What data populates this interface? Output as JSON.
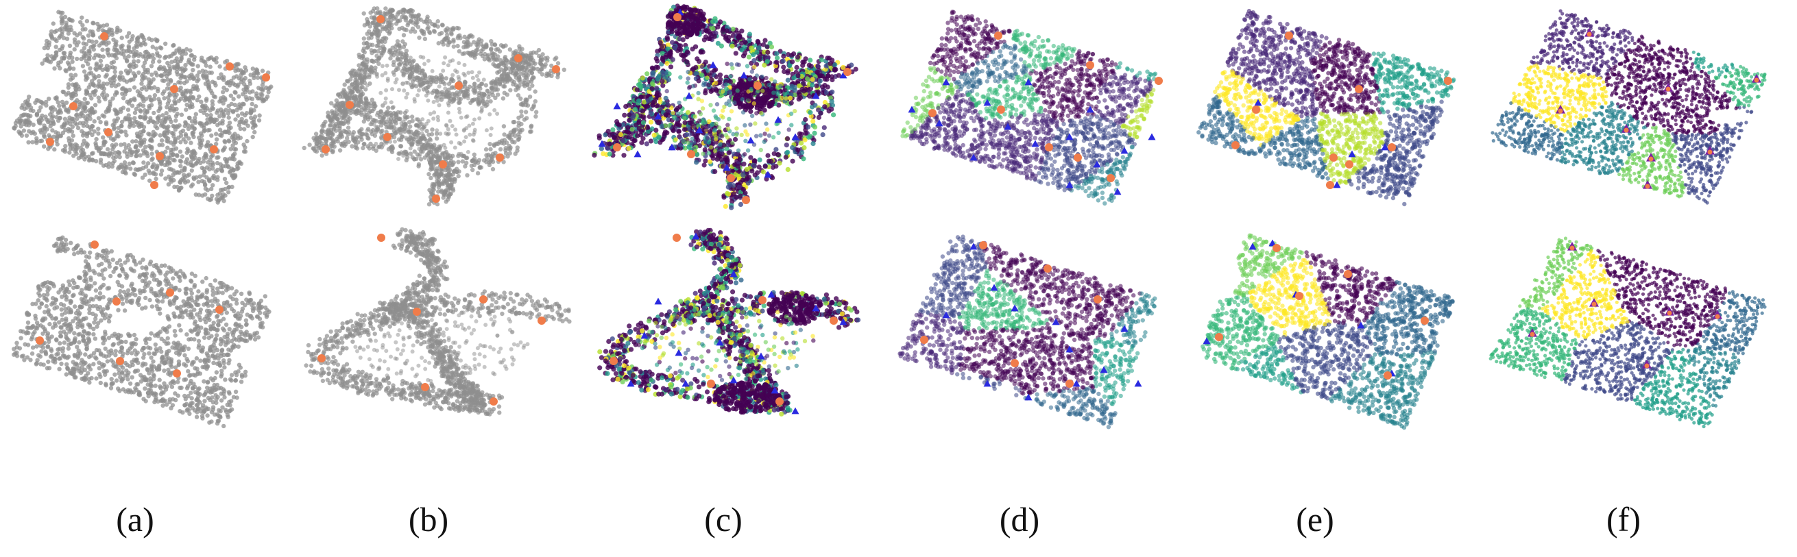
{
  "figure": {
    "labels": [
      "(a)",
      "(b)",
      "(c)",
      "(d)",
      "(e)",
      "(f)"
    ],
    "colors": {
      "points_gray": "#8f8f8f",
      "highlight_orange": "#f07c4a",
      "triangle_blue": "#2a2ae0",
      "triangle_purple": "#7a1fa2",
      "viridis": [
        "#440154",
        "#482878",
        "#3e4989",
        "#31688e",
        "#26828e",
        "#1f9e89",
        "#35b779",
        "#6ece58",
        "#b5de2b",
        "#fde725"
      ]
    }
  }
}
